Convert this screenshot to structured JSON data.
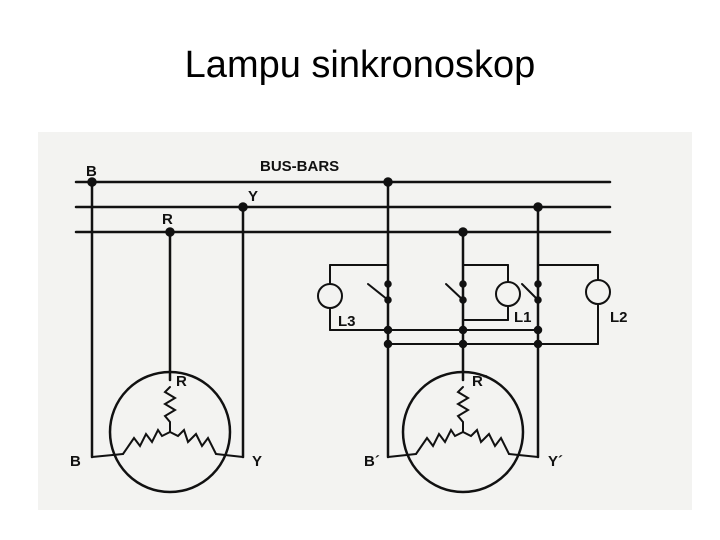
{
  "title": "Lampu sinkronoskop",
  "diagram": {
    "bus_label": "BUS-BARS",
    "phase_B": "B",
    "phase_Y": "Y",
    "phase_R": "R",
    "gen1": {
      "top": "R",
      "left": "B",
      "right": "Y"
    },
    "gen2": {
      "top": "R´",
      "left": "B´",
      "right": "Y´"
    },
    "lamps": {
      "l3": "L3",
      "l1": "L1",
      "l2": "L2"
    }
  }
}
